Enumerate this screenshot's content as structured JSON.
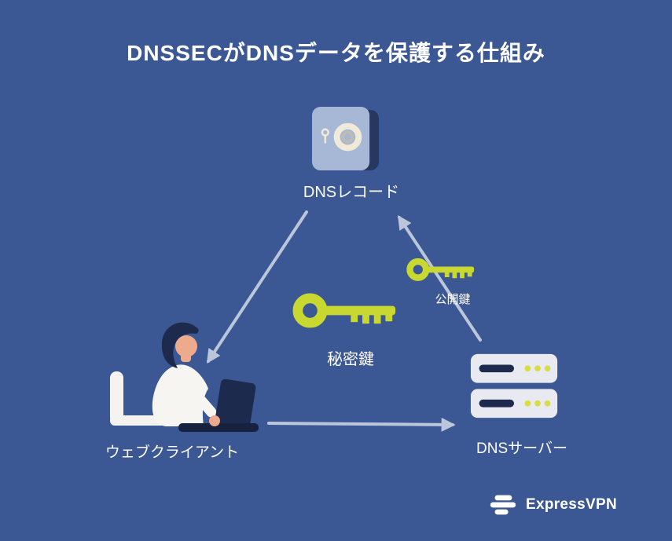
{
  "title": "DNSSECがDNSデータを保護する仕組み",
  "nodes": {
    "dns_record": {
      "label": "DNSレコード",
      "icon": "safe-icon"
    },
    "private_key": {
      "label": "秘密鍵",
      "icon": "key-icon"
    },
    "public_key": {
      "label": "公開鍵",
      "icon": "key-icon"
    },
    "web_client": {
      "label": "ウェブクライアント",
      "icon": "person-laptop-illustration"
    },
    "dns_server": {
      "label": "DNSサーバー",
      "icon": "server-icon"
    }
  },
  "edges": [
    {
      "from": "dns_record",
      "to": "web_client"
    },
    {
      "from": "web_client",
      "to": "dns_server"
    },
    {
      "from": "dns_server",
      "to": "dns_record"
    }
  ],
  "footer": {
    "brand_name": "ExpressVPN"
  },
  "colors": {
    "background": "#3b5794",
    "text": "#ffffff",
    "key": "#c9d831",
    "arrow": "#bcc6da",
    "safe_front": "#a7b8d6",
    "safe_side": "#27375f",
    "safe_dial": "#f1ead9",
    "server_body": "#e9e9f2",
    "server_slot": "#1d2a4e",
    "server_dot": "#d9dd44",
    "hair": "#1e2a4d",
    "skin": "#edaa8d",
    "shirt": "#f7f5f1",
    "laptop": "#1c2a4e"
  }
}
